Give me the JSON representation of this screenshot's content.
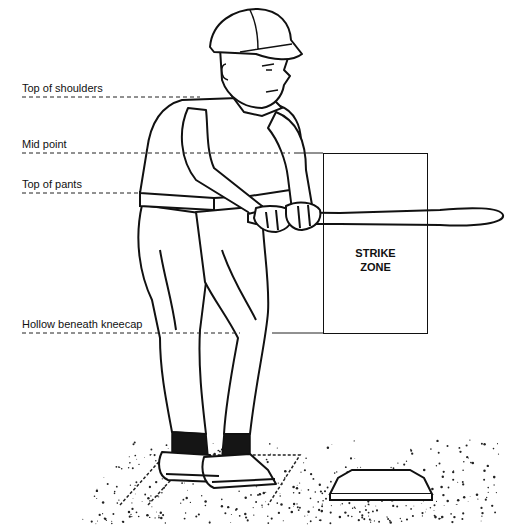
{
  "diagram": {
    "nodes": [
      {
        "text": [
          "STRIKE ZONE"
        ]
      }
    ],
    "labels": [
      "Top of shoulders",
      "Mid point",
      "Top of pants",
      "Hollow beneath kneecap"
    ]
  }
}
